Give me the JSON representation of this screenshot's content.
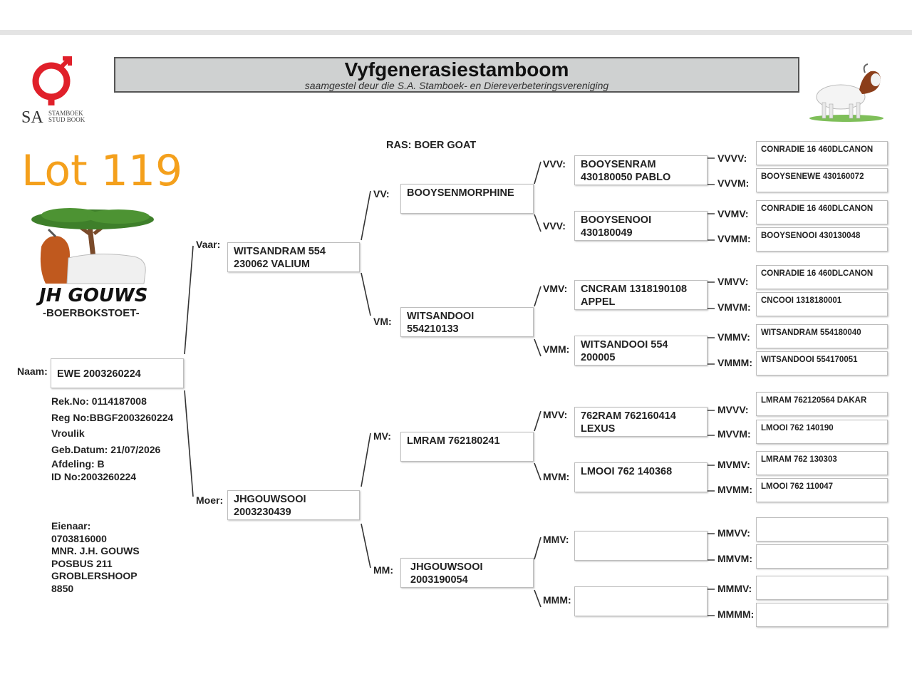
{
  "header": {
    "title": "Vyfgenerasiestamboom",
    "subtitle": "saamgestel deur die S.A. Stamboek- en Diereverbeteringsvereniging"
  },
  "logo_sa": {
    "main": "SA",
    "line1": "STAMBOEK",
    "line2": "STUD BOOK"
  },
  "lot": "Lot 119",
  "stud_logo": {
    "name": "JH GOUWS",
    "subtitle": "-BOERBOKSTOET-"
  },
  "ras": "RAS: BOER GOAT",
  "animal": {
    "label": "Naam:",
    "name": "EWE 2003260224",
    "rek_no": "Rek.No: 0114187008",
    "reg_no": "Reg No:BBGF2003260224",
    "sex": "Vroulik",
    "dob": "Geb.Datum: 21/07/2026",
    "afdeling": "Afdeling: B",
    "id_no": "ID No:2003260224"
  },
  "owner": {
    "label": "Eienaar:",
    "phone": "0703816000",
    "name": "MNR. J.H. GOUWS",
    "address1": "POSBUS 211",
    "address2": "GROBLERSHOOP",
    "postcode": "8850"
  },
  "gen1": {
    "vaar": {
      "label": "Vaar:",
      "l1": "WITSANDRAM 554",
      "l2": "230062 VALIUM"
    },
    "moer": {
      "label": "Moer:",
      "l1": "JHGOUWSOOI",
      "l2": "2003230439"
    }
  },
  "gen2": {
    "vv": {
      "label": "VV:",
      "l1": "BOOYSENMORPHINE",
      "l2": ""
    },
    "vm": {
      "label": "VM:",
      "l1": "WITSANDOOI",
      "l2": "554210133"
    },
    "mv": {
      "label": "MV:",
      "l1": "LMRAM 762180241",
      "l2": ""
    },
    "mm": {
      "label": "MM:",
      "l1": "JHGOUWSOOI",
      "l2": "2003190054"
    }
  },
  "gen3": {
    "vvv": {
      "label": "VVV:",
      "l1": "BOOYSENRAM",
      "l2": "430180050 PABLO"
    },
    "vvm": {
      "label": "VVV:",
      "l1": "BOOYSENOOI",
      "l2": "430180049"
    },
    "vmv": {
      "label": "VMV:",
      "l1": "CNCRAM 1318190108",
      "l2": "APPEL"
    },
    "vmm": {
      "label": "VMM:",
      "l1": "WITSANDOOI 554",
      "l2": "200005"
    },
    "mvv": {
      "label": "MVV:",
      "l1": "762RAM 762160414",
      "l2": "LEXUS"
    },
    "mvm": {
      "label": "MVM:",
      "l1": "LMOOI 762 140368",
      "l2": ""
    },
    "mmv": {
      "label": "MMV:",
      "l1": "",
      "l2": ""
    },
    "mmm": {
      "label": "MMM:",
      "l1": "",
      "l2": ""
    }
  },
  "gen4": [
    {
      "label": "VVVV:",
      "name": "CONRADIE 16 460DLCANON"
    },
    {
      "label": "VVVM:",
      "name": "BOOYSENEWE 430160072"
    },
    {
      "label": "VVMV:",
      "name": "CONRADIE 16 460DLCANON"
    },
    {
      "label": "VVMM:",
      "name": "BOOYSENOOI 430130048"
    },
    {
      "label": "VMVV:",
      "name": "CONRADIE 16 460DLCANON"
    },
    {
      "label": "VMVM:",
      "name": "CNCOOI 1318180001"
    },
    {
      "label": "VMMV:",
      "name": "WITSANDRAM 554180040"
    },
    {
      "label": "VMMM:",
      "name": "WITSANDOOI 554170051"
    },
    {
      "label": "MVVV:",
      "name": "LMRAM 762120564  DAKAR"
    },
    {
      "label": "MVVM:",
      "name": "LMOOI 762 140190"
    },
    {
      "label": "MVMV:",
      "name": "LMRAM 762 130303"
    },
    {
      "label": "MVMM:",
      "name": "LMOOI 762 110047"
    },
    {
      "label": "MMVV:",
      "name": ""
    },
    {
      "label": "MMVM:",
      "name": ""
    },
    {
      "label": "MMMV:",
      "name": ""
    },
    {
      "label": "MMMM:",
      "name": ""
    }
  ]
}
